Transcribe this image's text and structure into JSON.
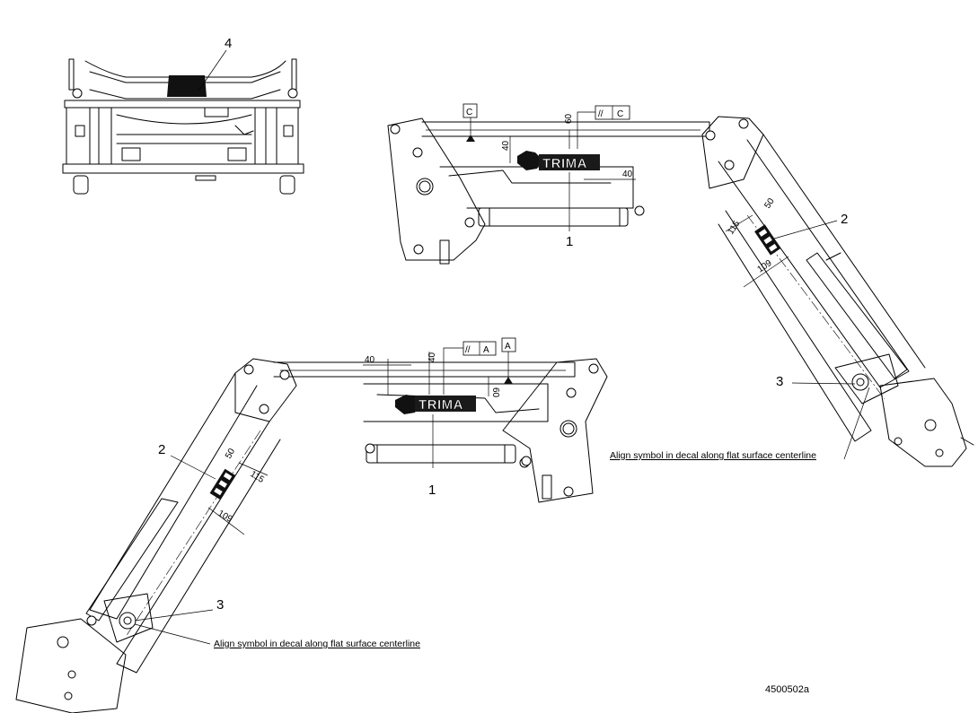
{
  "callouts": {
    "c1": "1",
    "c2": "2",
    "c3": "3",
    "c4": "4"
  },
  "dimensions": {
    "d40": "40",
    "d60": "60",
    "d50": "50",
    "d115": "115",
    "d109": "109"
  },
  "datums": {
    "a": "A",
    "c": "C"
  },
  "tolerance": {
    "parallel_symbol": "//"
  },
  "decal": {
    "brand": "TRIMA"
  },
  "note": "Align symbol in decal along flat surface centerline",
  "drawing_number": "4500502a"
}
